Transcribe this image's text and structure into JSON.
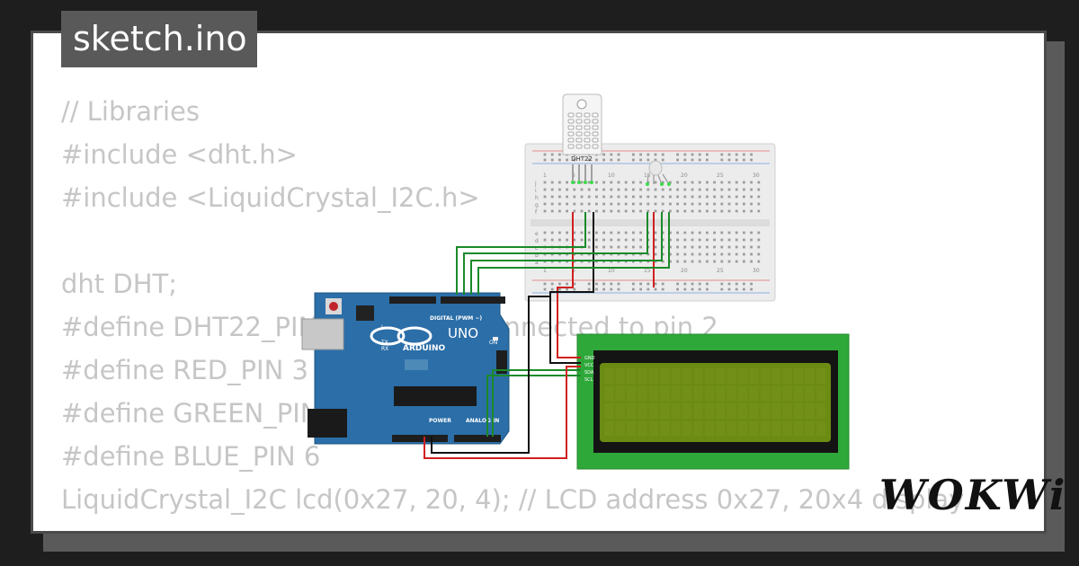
{
  "file": {
    "name": "sketch.ino"
  },
  "code": {
    "lines": [
      "// Libraries",
      "#include <dht.h>",
      "#include <LiquidCrystal_I2C.h>",
      "",
      "dht DHT;",
      "#define DHT22_PIN 2 // DHT22 connected to pin 2",
      "#define RED_PIN 3",
      "#define GREEN_PIN 5",
      "#define BLUE_PIN 6",
      "LiquidCrystal_I2C lcd(0x27, 20, 4); // LCD address 0x27, 20x4 display"
    ]
  },
  "components": {
    "sensor": {
      "label": "DHT22"
    },
    "arduino": {
      "model": "UNO",
      "brand": "ARDUINO",
      "digital_label": "DIGITAL (PWM ~)",
      "power_label": "POWER",
      "analog_label": "ANALOG IN",
      "on_label": "ON",
      "tx_label": "TX",
      "rx_label": "RX",
      "l_label": "L"
    },
    "lcd": {
      "pins": [
        "GND",
        "VCC",
        "SDA",
        "SCL"
      ]
    },
    "breadboard": {
      "columns": [
        "1",
        "5",
        "10",
        "15",
        "20",
        "25",
        "30"
      ],
      "rows_top": [
        "j",
        "i",
        "h",
        "g",
        "f"
      ],
      "rows_bottom": [
        "e",
        "d",
        "c",
        "b",
        "a"
      ]
    }
  },
  "brand": {
    "name": "WOKWi"
  },
  "colors": {
    "board": "#2b6ea8",
    "lcd_pcb": "#2fa83a",
    "lcd_screen": "#6b8b12",
    "wire_red": "#d02020",
    "wire_green": "#1a8a2a",
    "wire_black": "#111111",
    "code_text": "#c6c6c6"
  }
}
